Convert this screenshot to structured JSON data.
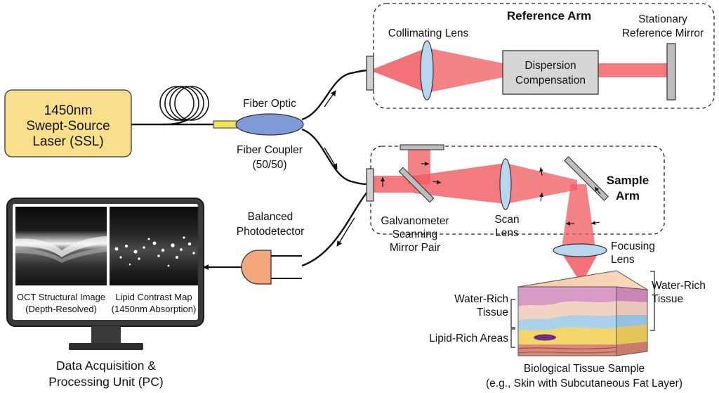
{
  "laser": {
    "lines": [
      "1450nm",
      "Swept-Source",
      "Laser (SSL)"
    ]
  },
  "coupler": {
    "title": "Fiber Optic",
    "subtitle_lines": [
      "Fiber Coupler",
      "(50/50)"
    ]
  },
  "reference_arm": {
    "title": "Reference Arm",
    "collimating_lens": "Collimating Lens",
    "dispersion_lines": [
      "Dispersion",
      "Compensation"
    ],
    "mirror_lines": [
      "Stationary",
      "Reference Mirror"
    ]
  },
  "sample_arm": {
    "title_lines": [
      "Sample",
      "Arm"
    ],
    "galvo_lines": [
      "Galvanometer",
      "Scanning",
      "Mirror Pair"
    ],
    "scan_lens_lines": [
      "Scan",
      "Lens"
    ],
    "focusing_lens_lines": [
      "Focusing",
      "Lens"
    ]
  },
  "photodetector": {
    "lines": [
      "Balanced",
      "Photodetector"
    ]
  },
  "monitor": {
    "left_caption_lines": [
      "OCT Structural Image",
      "(Depth-Resolved)"
    ],
    "right_caption_lines": [
      "Lipid Contrast Map",
      "(1450nm Absorption)"
    ]
  },
  "pc": {
    "lines": [
      "Data Acquisition &",
      "Processing Unit (PC)"
    ]
  },
  "tissue": {
    "water_rich_right_lines": [
      "Water-Rich",
      "Tissue"
    ],
    "water_rich_left_lines": [
      "Water-Rich",
      "Tissue"
    ],
    "lipid_rich": "Lipid-Rich Areas",
    "caption_lines": [
      "Biological Tissue Sample",
      "(e.g., Skin with Subcutaneous Fat Layer)"
    ]
  },
  "colors": {
    "laser_fill": "#f9df8c",
    "beam": "#f0595f",
    "coupler_fill": "#7f9ad6",
    "lens_fill": "#b8d6ee",
    "detector_fill": "#f3a77a",
    "dispersion_fill": "#d6d6d6",
    "mirror_fill": "#bdbdbd"
  }
}
